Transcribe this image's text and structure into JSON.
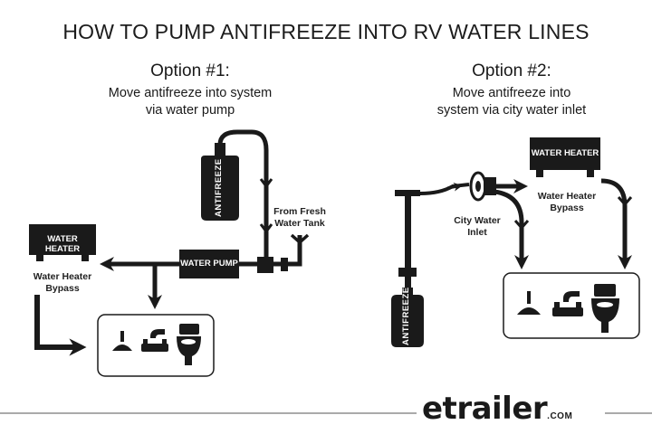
{
  "title": "HOW TO PUMP ANTIFREEZE INTO RV WATER LINES",
  "option1": {
    "heading": "Option #1:",
    "line1": "Move antifreeze into system",
    "line2": "via water pump",
    "antifreeze_label": "ANTIFREEZE",
    "water_pump_label": "WATER PUMP",
    "water_heater_label": "WATER HEATER",
    "bypass_line1": "Water Heater",
    "bypass_line2": "Bypass",
    "fresh_line1": "From Fresh",
    "fresh_line2": "Water Tank"
  },
  "option2": {
    "heading": "Option #2:",
    "line1": "Move antifreeze into",
    "line2": "system via city water inlet",
    "antifreeze_label": "ANTIFREEZE",
    "water_heater_label": "WATER HEATER",
    "bypass_line1": "Water Heater",
    "bypass_line2": "Bypass",
    "inlet_line1": "City Water",
    "inlet_line2": "Inlet"
  },
  "brand": {
    "name": "etrailer",
    "domain": ".COM"
  },
  "colors": {
    "ink": "#1a1a1a",
    "panel_border": "#333333",
    "background": "#ffffff"
  },
  "icons": [
    "shower-head-icon",
    "faucet-icon",
    "toilet-icon",
    "hand-pump-icon"
  ]
}
